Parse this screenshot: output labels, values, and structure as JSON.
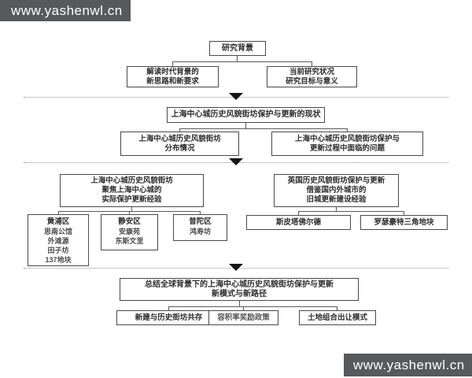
{
  "watermarks": {
    "top_left": "www.yashenwl.cn",
    "bottom_right": "www.yashenwl.cn"
  },
  "colors": {
    "watermark_bg": "#58595b",
    "watermark_text": "#ffffff",
    "box_border": "#4a4a4a",
    "text_primary": "#2d2d2d",
    "text_secondary": "#4c4c4c",
    "connector": "#5a5a5a",
    "divider_dots": "#8f8f8f",
    "arrow": "#151515",
    "background": "#ffffff"
  },
  "diagram": {
    "level1": {
      "root": "研究背景",
      "children": [
        {
          "line1": "解读时代背景的",
          "line2": "新思路和新要求"
        },
        {
          "line1": "当前研究状况",
          "line2": "研究目标与意义"
        }
      ]
    },
    "level2": {
      "header": "上海中心城历史风貌街坊保护与更新的现状",
      "children": [
        {
          "line1": "上海中心城历史风貌街坊",
          "line2": "分布情况"
        },
        {
          "line1": "上海中心城历史风貌街坊保护与",
          "line2": "更新过程中面临的问题"
        }
      ]
    },
    "level3": {
      "left": {
        "title": "上海中心城历史风貌街坊",
        "sub1": "聚焦上海中心城的",
        "sub2": "实际保护更新经验",
        "districts": [
          {
            "name": "黄浦区",
            "items": [
              "思南公馆",
              "外滩源",
              "田子坊",
              "137地块"
            ]
          },
          {
            "name": "静安区",
            "items": [
              "安康苑",
              "东斯文里"
            ]
          },
          {
            "name": "普陀区",
            "items": [
              "鸿寿坊"
            ]
          }
        ]
      },
      "right": {
        "title": "英国历史风貌街坊保护与更新",
        "sub1": "借鉴国内外城市的",
        "sub2": "旧城更新建设经验",
        "cases": [
          "斯皮塔佛尔德",
          "罗瑟豪特三角地块"
        ]
      }
    },
    "level4": {
      "header_line1": "总结全球背景下的上海中心城历史风貌街坊保护与更新",
      "header_line2": "新模式与新路径",
      "children": [
        "新建与历史街坊共存",
        "容积率奖励政策",
        "土地组合出让模式"
      ]
    }
  }
}
